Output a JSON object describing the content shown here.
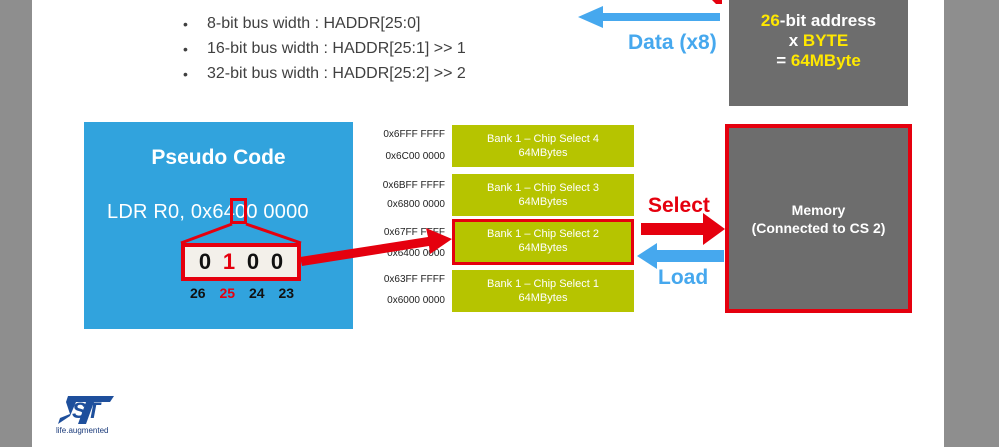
{
  "bullets": [
    "8-bit bus width : HADDR[25:0]",
    "16-bit bus width : HADDR[25:1]  >> 1",
    "32-bit bus width : HADDR[25:2]  >> 2"
  ],
  "bullet_symbol": "•",
  "address_box": {
    "line1_num": "26",
    "line1_rest": "-bit address",
    "line2_pre": "x ",
    "line2_em": "BYTE",
    "line3_pre": "= ",
    "line3_em": "64MByte"
  },
  "data_label": "Data (x8)",
  "pseudo_code": {
    "title": "Pseudo Code",
    "code": "LDR R0, 0x6400 0000",
    "bits": [
      "0",
      "1",
      "0",
      "0"
    ],
    "bit_numbers": [
      "26",
      "25",
      "24",
      "23"
    ]
  },
  "banks": [
    {
      "name": "Bank 1 – Chip Select 4",
      "size": "64MBytes",
      "addr_high": "0x6FFF FFFF",
      "addr_low": "0x6C00 0000"
    },
    {
      "name": "Bank 1 – Chip Select 3",
      "size": "64MBytes",
      "addr_high": "0x6BFF FFFF",
      "addr_low": "0x6800 0000"
    },
    {
      "name": "Bank 1 – Chip Select 2",
      "size": "64MBytes",
      "addr_high": "0x67FF FFFF",
      "addr_low": "0x6400 0000"
    },
    {
      "name": "Bank 1 – Chip Select 1",
      "size": "64MBytes",
      "addr_high": "0x63FF FFFF",
      "addr_low": "0x6000 0000"
    }
  ],
  "selected_bank": 2,
  "memory": {
    "line1": "Memory",
    "line2": "(Connected to CS 2)"
  },
  "select_label": "Select",
  "load_label": "Load",
  "logo": {
    "text": "ST",
    "tagline": "life.augmented"
  },
  "colors": {
    "red": "#e5000e",
    "blue": "#46a8ee",
    "bank_green": "#b6c400",
    "pseudo_blue": "#31a3dd",
    "gray": "#6d6d6d",
    "yellow": "#ffe800"
  }
}
